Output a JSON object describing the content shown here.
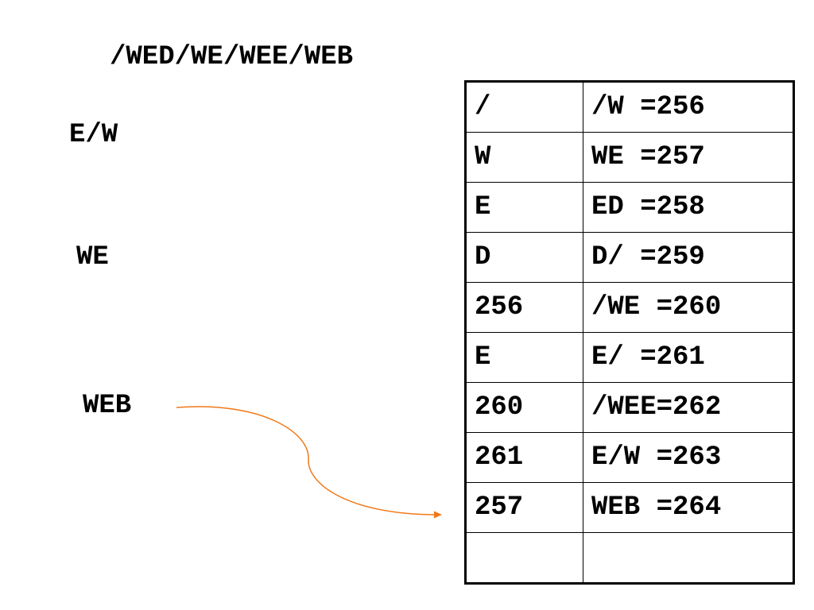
{
  "title": "/WED/WE/WEE/WEB",
  "left_labels": [
    "E/W",
    "WE",
    "WEB"
  ],
  "arrow_color": "#f07818",
  "dictionary": {
    "rows": [
      {
        "output": "/",
        "entry": "/W =256"
      },
      {
        "output": "W",
        "entry": "WE =257"
      },
      {
        "output": "E",
        "entry": "ED =258"
      },
      {
        "output": "D",
        "entry": "D/ =259"
      },
      {
        "output": "256",
        "entry": "/WE =260"
      },
      {
        "output": "E",
        "entry": "E/ =261"
      },
      {
        "output": "260",
        "entry": "/WEE=262"
      },
      {
        "output": "261",
        "entry": "E/W =263"
      },
      {
        "output": "257",
        "entry": "WEB =264"
      },
      {
        "output": "",
        "entry": ""
      }
    ]
  }
}
